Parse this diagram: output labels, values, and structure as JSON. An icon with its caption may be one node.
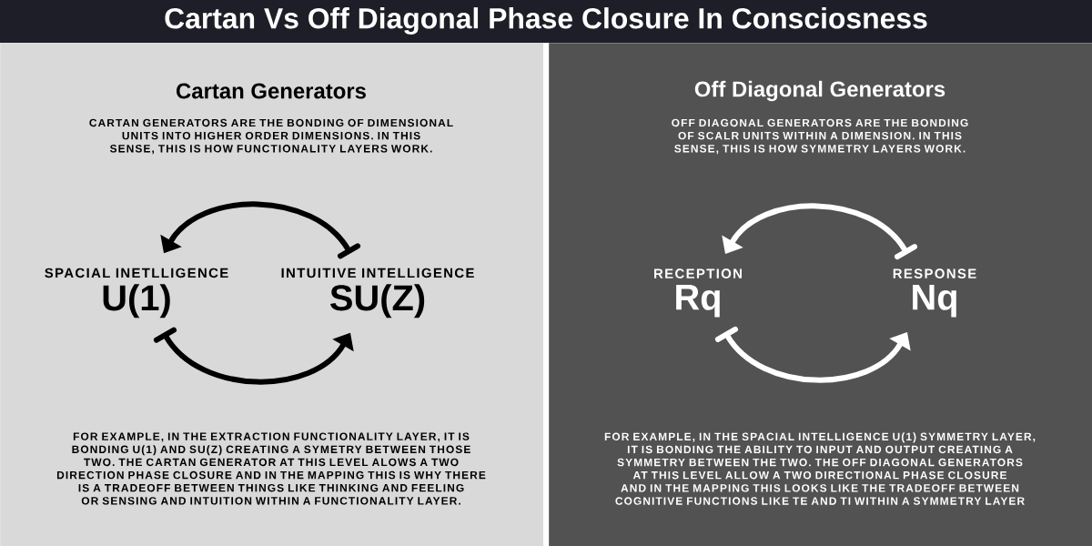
{
  "diagram": {
    "title": "Cartan Vs Off Diagonal Phase Closure In Consciosness",
    "nodes": [
      {
        "text": [
          "Cartan Generators",
          "CARTAN GENERATORS ARE THE BONDING OF DIMENSIONAL UNITS INTO HIGHER ORDER DIMENSIONS. IN THIS SENSE, THIS IS HOW FUNCTIONALITY LAYERS WORK.",
          "FOR EXAMPLE, IN THE EXTRACTION FUNCTIONALITY LAYER, IT IS BONDING U(1) AND SU(Z) CREATING A SYMETRY BETWEEN THOSE TWO. THE CARTAN GENERATOR AT THIS LEVEL ALOWS A TWO DIRECTION PHASE CLOSURE AND IN THE MAPPING THIS IS WHY THERE IS A TRADEOFF BETWEEN THINGS LIKE THINKING AND FEELING OR SENSING AND INTUITION WITHIN A FUNCTIONALITY LAYER."
        ]
      },
      {
        "text": [
          "SPACIAL INETLLIGENCE",
          "U(1)"
        ],
        "in": 0
      },
      {
        "text": [
          "INTUITIVE INTELLIGENCE",
          "SU(Z)"
        ],
        "in": 0
      },
      {
        "text": [
          "Off Diagonal Generators",
          "OFF DIAGONAL GENERATORS ARE THE BONDING OF SCALR UNITS WITHIN A DIMENSION. IN THIS SENSE, THIS IS HOW SYMMETRY LAYERS WORK.",
          "FOR EXAMPLE, IN THE SPACIAL INTELLIGENCE U(1) SYMMETRY LAYER, IT IS BONDING THE ABILITY TO INPUT AND OUTPUT CREATING A SYMMETRY BETWEEN THE TWO. THE OFF DIAGONAL GENERATORS AT THIS LEVEL ALLOW A TWO DIRECTIONAL PHASE CLOSURE AND IN THE MAPPING THIS LOOKS LIKE THE TRADEOFF BETWEEN COGNITIVE FUNCTIONS LIKE TE AND TI WITHIN A SYMMETRY LAYER"
        ]
      },
      {
        "text": [
          "RECEPTION",
          "Rq"
        ],
        "in": 3
      },
      {
        "text": [
          "RESPONSE",
          "Nq"
        ],
        "in": 3
      }
    ],
    "edges": [
      {
        "from": 2,
        "to": 1,
        "arrow": "to"
      },
      {
        "from": 1,
        "to": 2,
        "arrow": "to"
      },
      {
        "from": 5,
        "to": 4,
        "arrow": "to",
        "color": "#ffffff"
      },
      {
        "from": 4,
        "to": 5,
        "arrow": "to",
        "color": "#ffffff"
      }
    ]
  }
}
